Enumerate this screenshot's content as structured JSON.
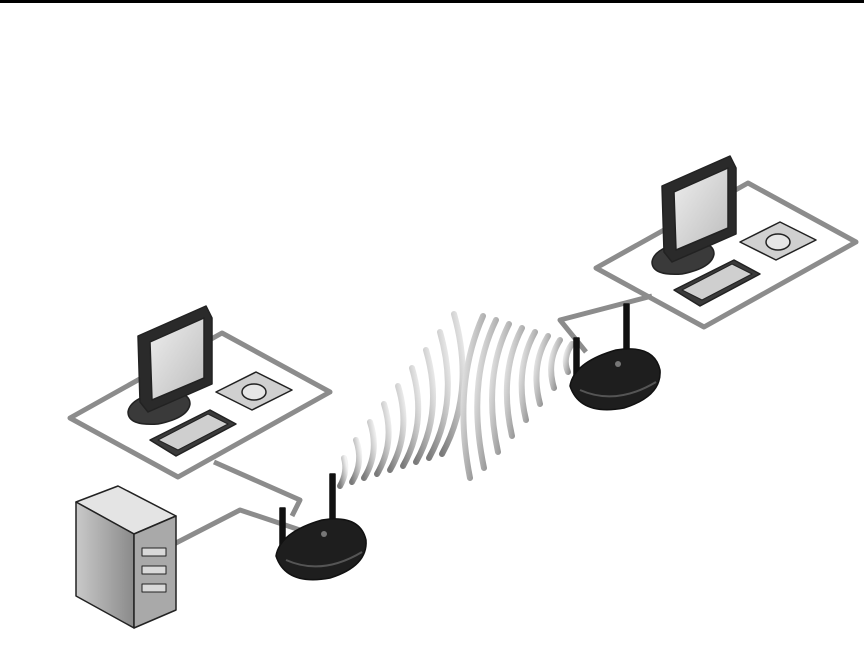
{
  "diagram": {
    "type": "network-illustration",
    "colors": {
      "cable": "#8c8c8c",
      "device_dark": "#1e1e1e",
      "device_light": "#d2d2d2",
      "wave": "#9a9a9a",
      "outline": "#222222"
    },
    "nodes": [
      {
        "id": "workstation-left",
        "kind": "desktop-computer"
      },
      {
        "id": "workstation-right",
        "kind": "desktop-computer"
      },
      {
        "id": "tower-server",
        "kind": "tower-computer"
      },
      {
        "id": "router-left",
        "kind": "wireless-router"
      },
      {
        "id": "router-right",
        "kind": "wireless-router"
      }
    ],
    "links": [
      {
        "from": "workstation-left",
        "to": "router-left",
        "medium": "wired"
      },
      {
        "from": "tower-server",
        "to": "router-left",
        "medium": "wired"
      },
      {
        "from": "workstation-right",
        "to": "router-right",
        "medium": "wired"
      },
      {
        "from": "router-left",
        "to": "router-right",
        "medium": "wireless"
      }
    ]
  }
}
